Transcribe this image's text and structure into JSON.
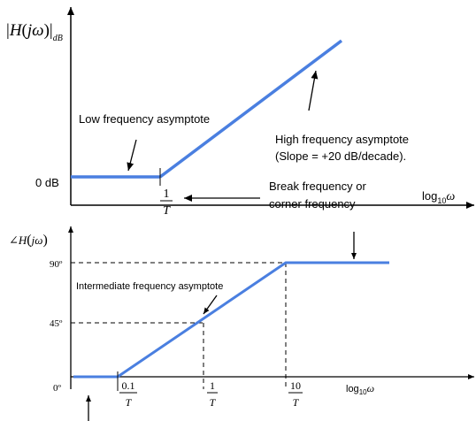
{
  "colors": {
    "asymptote": "#4a7fe0",
    "axis": "#000000",
    "text": "#000000"
  },
  "top_plot": {
    "y_axis_label": {
      "bar_left": "|",
      "H": "H",
      "lparen": "(",
      "j": "j",
      "omega": "ω",
      "rparen": ")",
      "bar_right": "|",
      "sub": "dB"
    },
    "y_tick_label": "0 dB",
    "x_axis_label": {
      "base": "log",
      "sub": "10",
      "omega": "ω"
    },
    "break_tick_num": "1",
    "break_tick_den": "T",
    "low_label": "Low frequency asymptote",
    "high_label_line1": "High frequency asymptote",
    "high_label_line2": "(Slope = +20 dB/decade).",
    "break_label_line1": "Break frequency or",
    "break_label_line2": "corner frequency"
  },
  "bottom_plot": {
    "y_axis_label": {
      "angle": "∠",
      "H": "H",
      "lparen": "(",
      "j": "j",
      "omega": "ω",
      "rparen": ")"
    },
    "y_ticks": {
      "t90": "90º",
      "t45": "45º",
      "t0": "0º"
    },
    "x_ticks": [
      {
        "num": "0.1",
        "den": "T"
      },
      {
        "num": "1",
        "den": "T"
      },
      {
        "num": "10",
        "den": "T"
      }
    ],
    "x_axis_label": {
      "base": "log",
      "sub": "10",
      "omega": "ω"
    },
    "intermediate_label": "Intermediate frequency asymptote"
  }
}
